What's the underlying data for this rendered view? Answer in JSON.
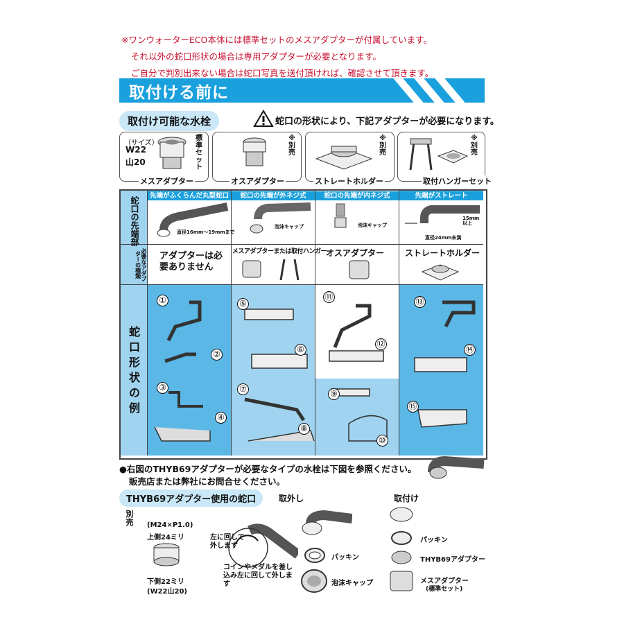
{
  "notes": [
    "※ワンウォーターECO本体には標準セットのメスアダプターが付属しています。",
    "それ以外の蛇口形状の場合は専用アダプターが必要となります。",
    "ご自分で判別出来ない場合は蛇口写真を送付頂ければ、確認させて頂きます。"
  ],
  "header": {
    "title": "取付ける前に"
  },
  "section": {
    "label": "取付け可能な水栓",
    "warning": "蛇口の形状により、下記アダプターが必要になります。"
  },
  "adapters": [
    {
      "caption": "メスアダプター",
      "size_label": "（サイズ）",
      "size1": "W22",
      "size2": "山20",
      "tag": "標準セット"
    },
    {
      "caption": "オスアダプター",
      "tag": "※別売"
    },
    {
      "caption": "ストレートホルダー",
      "tag": "※別売"
    },
    {
      "caption": "取付ハンガーセット",
      "tag": "※別売"
    }
  ],
  "table": {
    "row_labels": {
      "tip": "蛇口の先端部",
      "adapter": "必要なアダプターの種類",
      "examples": "蛇口形状の例"
    },
    "columns": [
      {
        "head": "先端がふくらんだ丸型蛇口",
        "tip_note": "直径16mm～19mmまで",
        "adapter": "アダプターは必要ありません"
      },
      {
        "head": "蛇口の先端が外ネジ式",
        "tip_note": "泡沫キャップ",
        "adapter": "メスアダプターまたは取付ハンガー"
      },
      {
        "head": "蛇口の先端が内ネジ式",
        "tip_note": "泡沫キャップ",
        "adapter": "オスアダプター"
      },
      {
        "head": "先端がストレート",
        "tip_note": "直径24mm未満",
        "tip_note2": "15mm以上",
        "adapter": "ストレートホルダー"
      }
    ],
    "numbers": [
      "①",
      "②",
      "③",
      "④",
      "⑤",
      "⑥",
      "⑦",
      "⑧",
      "⑨",
      "⑩",
      "⑪",
      "⑫",
      "⑬",
      "⑭",
      "⑮"
    ]
  },
  "thyb": {
    "bullet": "●右図のTHYB69アダプターが必要なタイプの水栓は下図を参照ください。",
    "bullet2": "販売店または弊社にお問合せください。",
    "label": "THYB69アダプター使用の蛇口",
    "separate": "別売",
    "spec1": "(M24×P1.0)",
    "spec2": "上側24ミリ",
    "spec3": "下側22ミリ",
    "spec4": "(W22山20)",
    "remove": "取外し",
    "attach": "取付け",
    "turn_left": "左に回して外します",
    "coin": "コインやメダルを差し込み左に回して外します",
    "packing": "パッキン",
    "foam_cap": "泡沫キャップ",
    "packing2": "パッキン",
    "thyb_adapter": "THYB69アダプター",
    "female": "メスアダプター",
    "female_sub": "(標準セット)"
  },
  "colors": {
    "header_blue": "#1aa0dc",
    "pill_blue": "#c9e7f6",
    "table_blue": "#36a7e0",
    "note_red": "#c8102e"
  }
}
